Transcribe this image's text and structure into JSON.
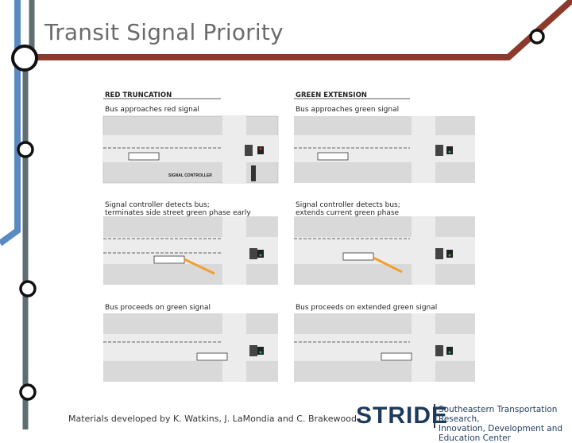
{
  "slide": {
    "title": "Transit Signal Priority",
    "footer": "Materials developed by K. Watkins, J. LaMondia and C. Brakewood"
  },
  "logo": {
    "name": "STRIDE",
    "subtitle_line1": "Southeastern Transportation Research,",
    "subtitle_line2": "Innovation, Development and Education Center"
  },
  "figure": {
    "left_header": "RED TRUNCATION",
    "right_header": "GREEN EXTENSION",
    "left_captions": [
      "Bus approaches red signal",
      "Signal controller detects bus;",
      "terminates side street green phase early",
      "Bus proceeds on green signal"
    ],
    "right_captions": [
      "Bus approaches green signal",
      "Signal controller detects bus;",
      "extends current green phase",
      "Bus proceeds on extended green signal"
    ],
    "controller_label": "SIGNAL CONTROLLER"
  },
  "colors": {
    "line_blue": "#5b8ac2",
    "line_brown": "#8b3a2c",
    "line_gray": "#5f6e73",
    "stride_navy": "#1f3b5c"
  }
}
